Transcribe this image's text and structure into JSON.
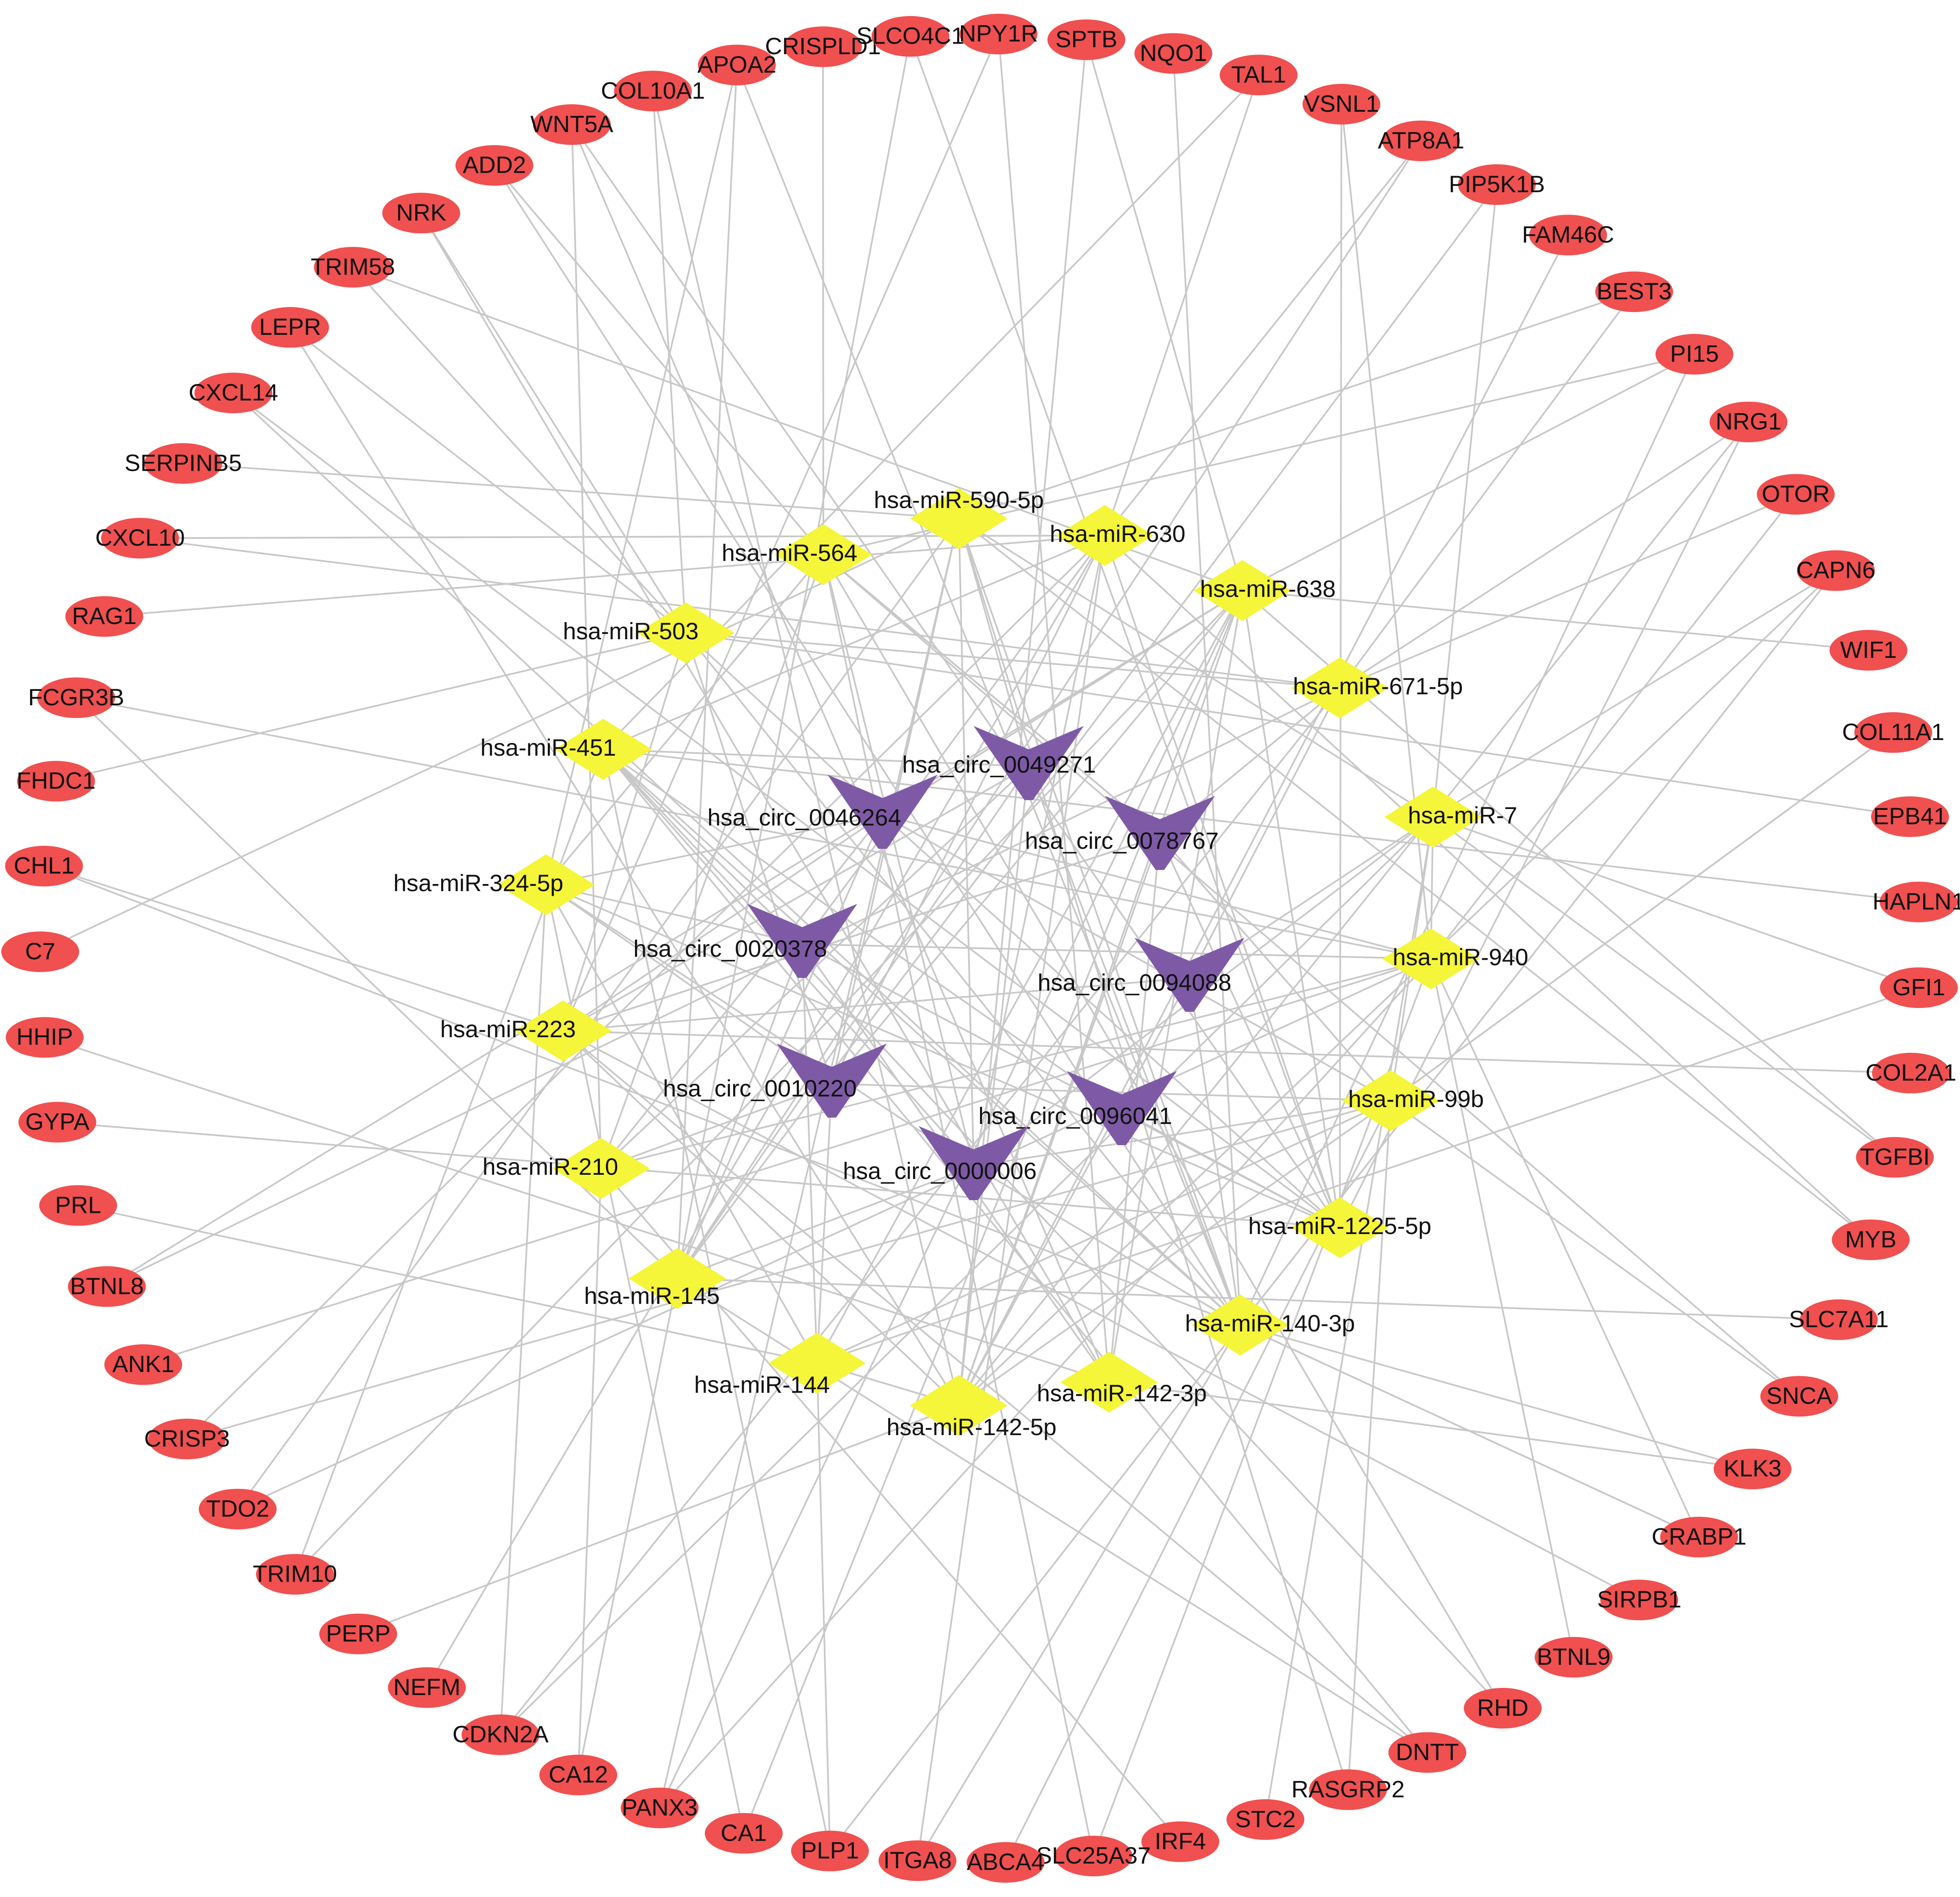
{
  "colors": {
    "background": "#ffffff",
    "edge": "#c8c8c8",
    "mrna_node": "#f05050",
    "mirna_node": "#f5f53a",
    "circrna_node": "#7e5aa6",
    "label": "#111111"
  },
  "diagram": {
    "type": "network",
    "layout": "concentric-circle",
    "node_types": {
      "mrna": "red ellipse (outer ring)",
      "mirna": "yellow diamond (middle ring)",
      "circrna": "purple V-shape (inner ring)"
    },
    "mrna": [
      "SPTB",
      "NQO1",
      "TAL1",
      "VSNL1",
      "ATP8A1",
      "PIP5K1B",
      "FAM46C",
      "BEST3",
      "PI15",
      "NRG1",
      "OTOR",
      "CAPN6",
      "WIF1",
      "COL11A1",
      "EPB41",
      "HAPLN1",
      "GFI1",
      "COL2A1",
      "TGFBI",
      "MYB",
      "SLC7A11",
      "SNCA",
      "KLK3",
      "CRABP1",
      "SIRPB1",
      "BTNL9",
      "RHD",
      "DNTT",
      "RASGRP2",
      "STC2",
      "IRF4",
      "SLC25A37",
      "ABCA4",
      "ITGA8",
      "PLP1",
      "CA1",
      "PANX3",
      "CA12",
      "CDKN2A",
      "NEFM",
      "PERP",
      "TRIM10",
      "TDO2",
      "CRISP3",
      "ANK1",
      "BTNL8",
      "PRL",
      "GYPA",
      "HHIP",
      "C7",
      "CHL1",
      "FHDC1",
      "FCGR3B",
      "RAG1",
      "CXCL10",
      "SERPINB5",
      "CXCL14",
      "LEPR",
      "TRIM58",
      "NRK",
      "ADD2",
      "WNT5A",
      "COL10A1",
      "APOA2",
      "CRISPLD1",
      "SLCO4C1",
      "NPY1R"
    ],
    "mirna": [
      "hsa-miR-590-5p",
      "hsa-miR-630",
      "hsa-miR-638",
      "hsa-miR-671-5p",
      "hsa-miR-7",
      "hsa-miR-940",
      "hsa-miR-99b",
      "hsa-miR-1225-5p",
      "hsa-miR-140-3p",
      "hsa-miR-142-3p",
      "hsa-miR-142-5p",
      "hsa-miR-144",
      "hsa-miR-145",
      "hsa-miR-210",
      "hsa-miR-223",
      "hsa-miR-324-5p",
      "hsa-miR-451",
      "hsa-miR-503",
      "hsa-miR-564"
    ],
    "circrna": [
      "hsa_circ_0049271",
      "hsa_circ_0046264",
      "hsa_circ_0078767",
      "hsa_circ_0020378",
      "hsa_circ_0094088",
      "hsa_circ_0010220",
      "hsa_circ_0096041",
      "hsa_circ_0000006"
    ]
  }
}
